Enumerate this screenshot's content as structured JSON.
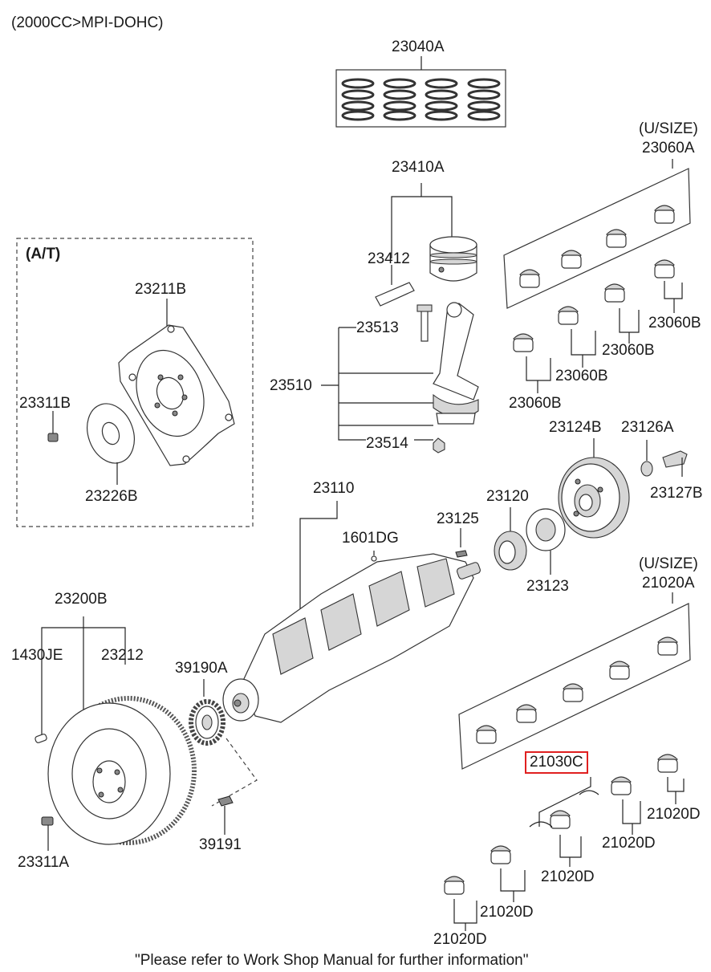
{
  "header": {
    "spec": "(2000CC>MPI-DOHC)"
  },
  "group_box": {
    "label": "(A/T)"
  },
  "parts": {
    "p23040A": "23040A",
    "p23410A": "23410A",
    "p23412": "23412",
    "p23513": "23513",
    "p23510": "23510",
    "p23514": "23514",
    "usize_top": "(U/SIZE)",
    "p23060A": "23060A",
    "p23060B_1": "23060B",
    "p23060B_2": "23060B",
    "p23060B_3": "23060B",
    "p23060B_4": "23060B",
    "p23211B": "23211B",
    "p23311B": "23311B",
    "p23226B": "23226B",
    "p23124B": "23124B",
    "p23126A": "23126A",
    "p23127B": "23127B",
    "p23120": "23120",
    "p23125": "23125",
    "p23110": "23110",
    "p1601DG": "1601DG",
    "p23123": "23123",
    "usize_bottom": "(U/SIZE)",
    "p21020A": "21020A",
    "p23200B": "23200B",
    "p1430JE": "1430JE",
    "p23212": "23212",
    "p39190A": "39190A",
    "p21030C": "21030C",
    "p39191": "39191",
    "p23311A": "23311A",
    "p21020D_1": "21020D",
    "p21020D_2": "21020D",
    "p21020D_3": "21020D",
    "p21020D_4": "21020D",
    "p21020D_5": "21020D"
  },
  "highlight": {
    "part": "21030C",
    "color": "#e02020"
  },
  "footer": {
    "note": "\"Please refer to Work Shop Manual for further information\""
  }
}
